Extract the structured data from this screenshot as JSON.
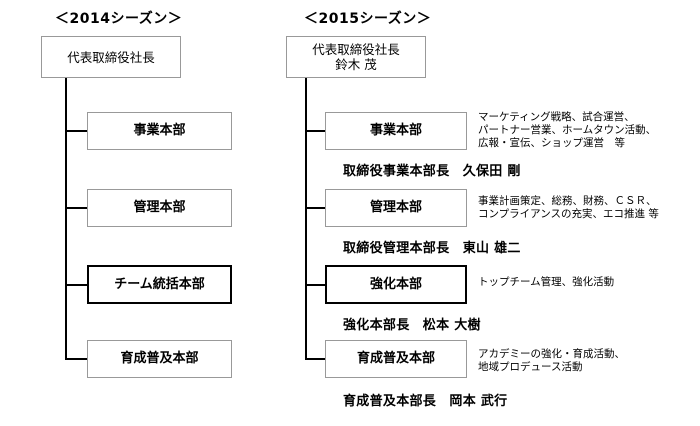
{
  "left": {
    "title": "＜2014シーズン＞",
    "top_box": "代表取締役社長",
    "divisions": [
      {
        "label": "事業本部"
      },
      {
        "label": "管理本部"
      },
      {
        "label": "チーム統括本部"
      },
      {
        "label": "育成普及本部"
      }
    ]
  },
  "right": {
    "title": "＜2015シーズン＞",
    "top_box_line1": "代表取締役社長",
    "top_box_line2": "鈴木 茂",
    "divisions": [
      {
        "label": "事業本部",
        "head": "取締役事業本部長　久保田 剛",
        "desc": [
          "マーケティング戦略、試合運営、",
          "パートナー営業、ホームタウン活動、",
          "広報・宣伝、ショップ運営　等"
        ]
      },
      {
        "label": "管理本部",
        "head": "取締役管理本部長　東山 雄二",
        "desc": [
          "事業計画策定、総務、財務、ＣＳＲ、",
          "コンプライアンスの充実、エコ推進 等"
        ]
      },
      {
        "label": "強化本部",
        "head": "強化本部長　松本 大樹",
        "desc": [
          "トップチーム管理、強化活動"
        ]
      },
      {
        "label": "育成普及本部",
        "head": "育成普及本部長　岡本 武行",
        "desc": [
          "アカデミーの強化・育成活動、",
          "地域プロデュース活動"
        ]
      }
    ]
  }
}
